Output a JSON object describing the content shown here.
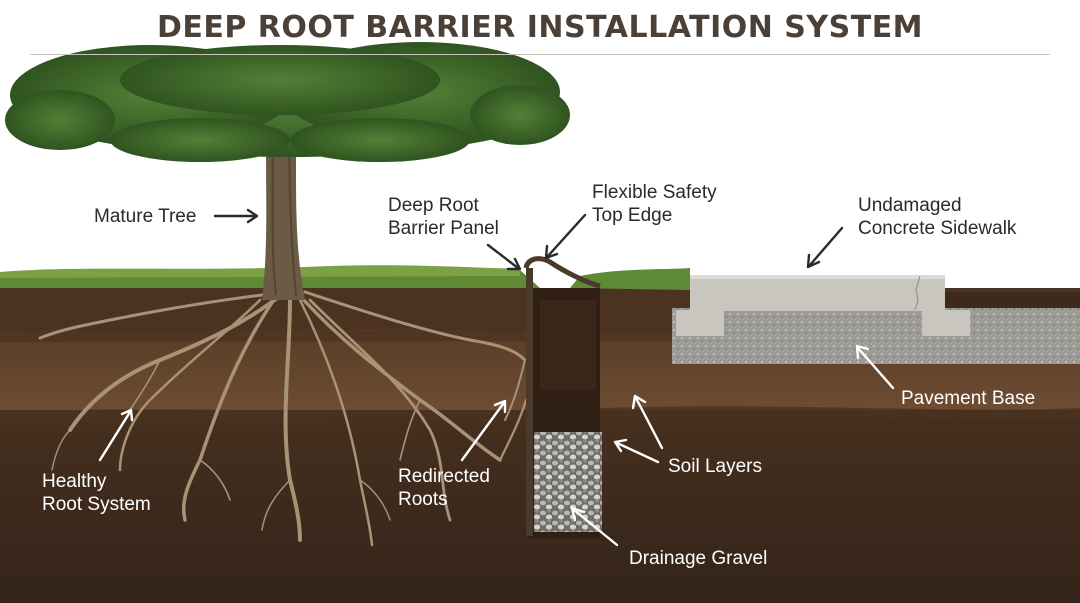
{
  "title": "DEEP ROOT BARRIER INSTALLATION SYSTEM",
  "labels": {
    "mature_tree": "Mature Tree",
    "barrier_panel": [
      "Deep Root",
      "Barrier Panel"
    ],
    "safety_edge": [
      "Flexible Safety",
      "Top Edge"
    ],
    "sidewalk": [
      "Undamaged",
      "Concrete Sidewalk"
    ],
    "pavement_base": "Pavement Base",
    "soil_layers": "Soil Layers",
    "healthy_roots": [
      "Healthy",
      "Root System"
    ],
    "redirected_roots": [
      "Redirected",
      "Roots"
    ],
    "drainage_gravel": "Drainage Gravel"
  },
  "colors": {
    "title": "#4a4038",
    "topsoil": "#4b3221",
    "subsoil": "#6a4a31",
    "deep_soil": "#3e2a1c",
    "grass": "#5f8a35",
    "foliage": "#3f6a2a",
    "trunk": "#6b5a44",
    "concrete": "#c9c6c0",
    "gravel_base": "#9a9893",
    "barrier": "#4a3a2a",
    "arrow_dark": "#2a2a2a",
    "arrow_light": "#ffffff"
  }
}
